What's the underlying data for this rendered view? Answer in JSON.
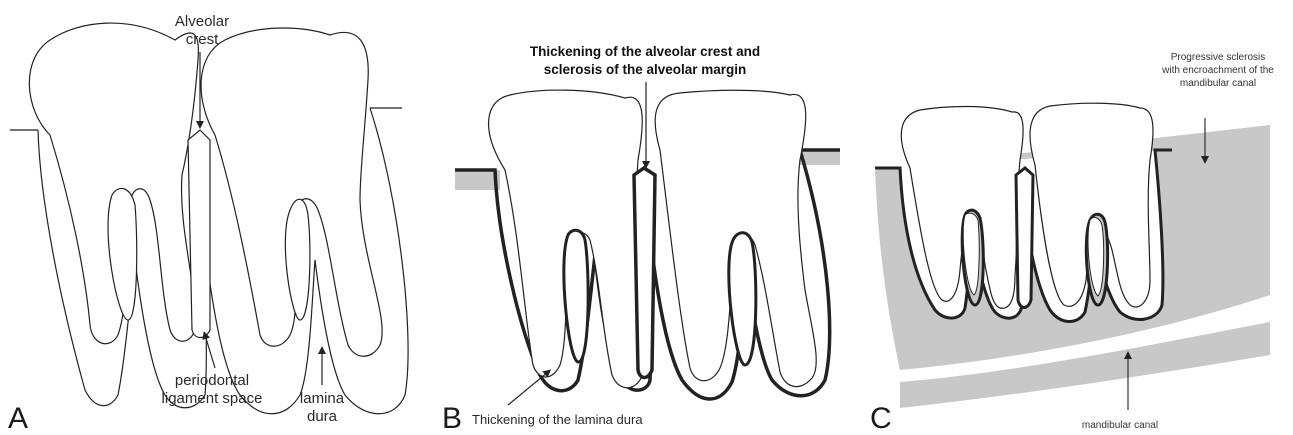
{
  "panels": [
    {
      "letter": "A",
      "labels": {
        "crest_line1": "Alveolar",
        "crest_line2": "crest",
        "pdl_line1": "periodontal",
        "pdl_line2": "ligament space",
        "lamina_line1": "lamina",
        "lamina_line2": "dura"
      }
    },
    {
      "letter": "B",
      "labels": {
        "header_line1": "Thickening of the alveolar crest and",
        "header_line2": "sclerosis of the alveolar margin",
        "bottom": "Thickening of the lamina dura"
      }
    },
    {
      "letter": "C",
      "labels": {
        "top_line1": "Progressive sclerosis",
        "top_line2": "with encroachment of the",
        "top_line3": "mandibular canal",
        "bottom": "mandibular canal"
      }
    }
  ],
  "colors": {
    "bone_gray": "#c8c8c8",
    "outline": "#1a1a1a"
  }
}
